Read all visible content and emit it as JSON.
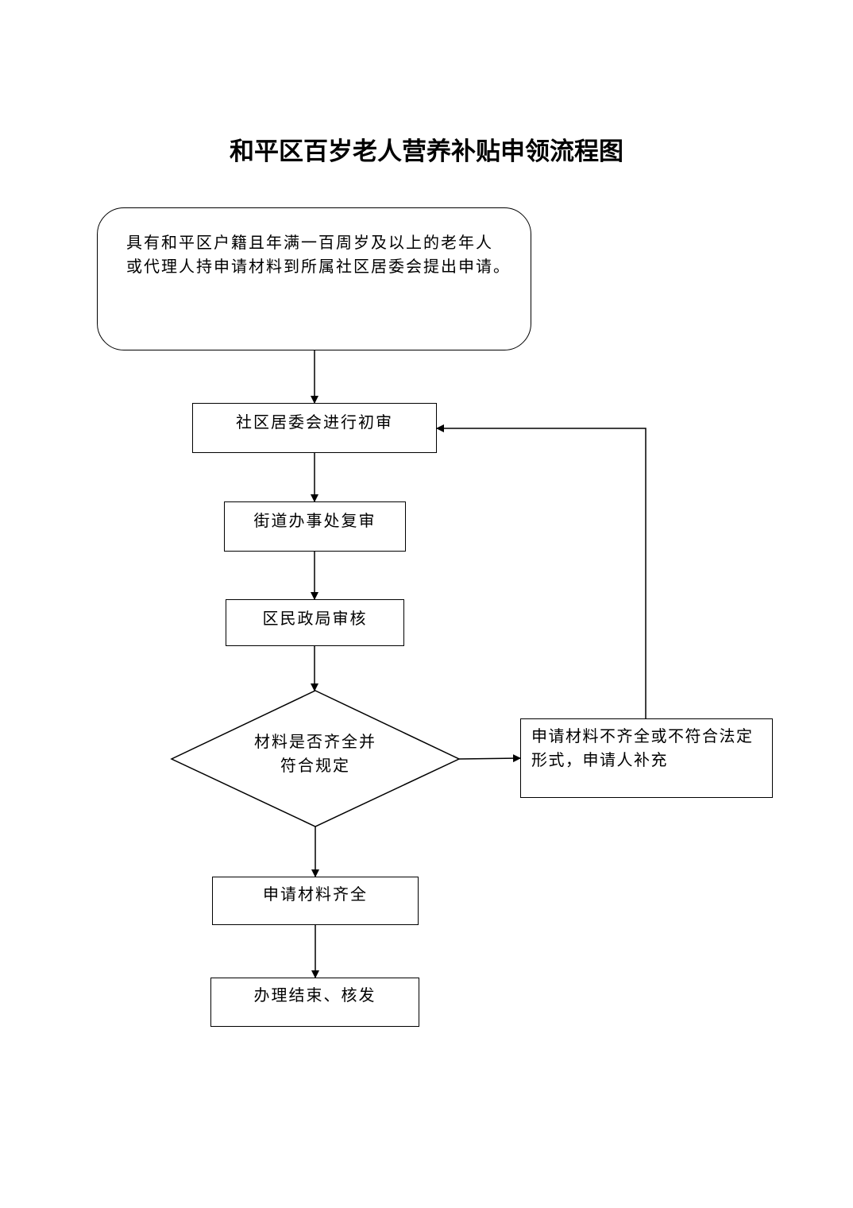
{
  "title": "和平区百岁老人营养补贴申领流程图",
  "nodes": {
    "start": {
      "line1": "具有和平区户籍且年满一百周岁及以上的老年人",
      "line2": "或代理人持申请材料到所属社区居委会提出申请。"
    },
    "community_review": "社区居委会进行初审",
    "street_review": "街道办事处复审",
    "bureau_review": "区民政局审核",
    "decision": {
      "line1": "材料是否齐全并",
      "line2": "符合规定"
    },
    "supplement": {
      "line1": "申请材料不齐全或不符合法定",
      "line2": "形式，申请人补充"
    },
    "complete": "申请材料齐全",
    "finish": "办理结束、核发"
  }
}
